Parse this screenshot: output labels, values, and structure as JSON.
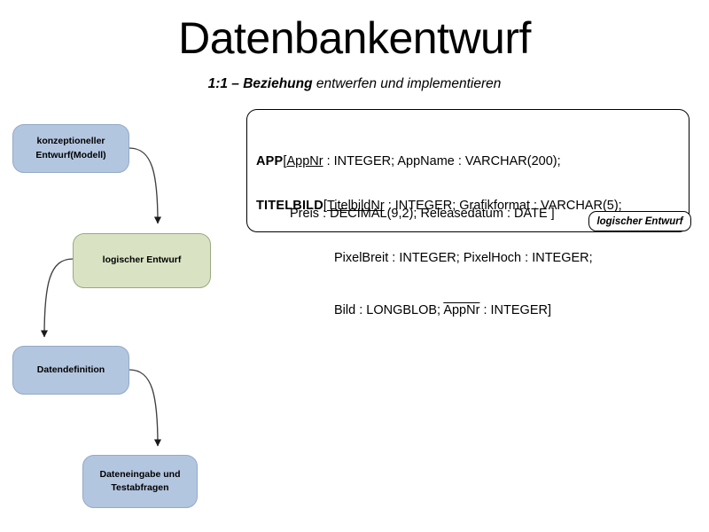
{
  "slide": {
    "title": "Datenbankentwurf",
    "subtitle": {
      "strong": "1:1 – Beziehung",
      "rest": " entwerfen und implementieren"
    }
  },
  "flow": {
    "steps": [
      {
        "label_line1": "konzeptioneller",
        "label_line2": "Entwurf(Modell)",
        "color": "#b3c6e0",
        "state": "done"
      },
      {
        "label_line1": "logischer Entwurf",
        "label_line2": "",
        "color": "#d9e3c3",
        "state": "current"
      },
      {
        "label_line1": "Datendefinition",
        "label_line2": "",
        "color": "#b3c6e0",
        "state": "pending"
      },
      {
        "label_line1": "Dateneingabe und",
        "label_line2": "Testabfragen",
        "color": "#b3c6e0",
        "state": "pending"
      }
    ]
  },
  "schema": {
    "stage_tag": "logischer Entwurf",
    "relations": [
      {
        "name": "APP",
        "open_bracket": "[",
        "lines": [
          {
            "segments": [
              {
                "text": "AppNr",
                "key": "pk"
              },
              {
                "text": " : INTEGER; AppName : VARCHAR(200);",
                "key": "none"
              }
            ]
          },
          {
            "segments": [
              {
                "text": "Preis : DECIMAL(9,2); Releasedatum : DATE ]",
                "key": "none"
              }
            ]
          }
        ]
      },
      {
        "name": "TITELBILD",
        "open_bracket": "[",
        "lines": [
          {
            "segments": [
              {
                "text": "TitelbildNr",
                "key": "pk"
              },
              {
                "text": " : INTEGER; Grafikformat : VARCHAR(5);",
                "key": "none"
              }
            ]
          },
          {
            "segments": [
              {
                "text": "PixelBreit : INTEGER; PixelHoch : INTEGER;",
                "key": "none"
              }
            ]
          },
          {
            "segments": [
              {
                "text": "Bild : LONGBLOB; ",
                "key": "none"
              },
              {
                "text": "AppNr",
                "key": "fk"
              },
              {
                "text": " : INTEGER]",
                "key": "none"
              }
            ]
          }
        ]
      }
    ]
  }
}
